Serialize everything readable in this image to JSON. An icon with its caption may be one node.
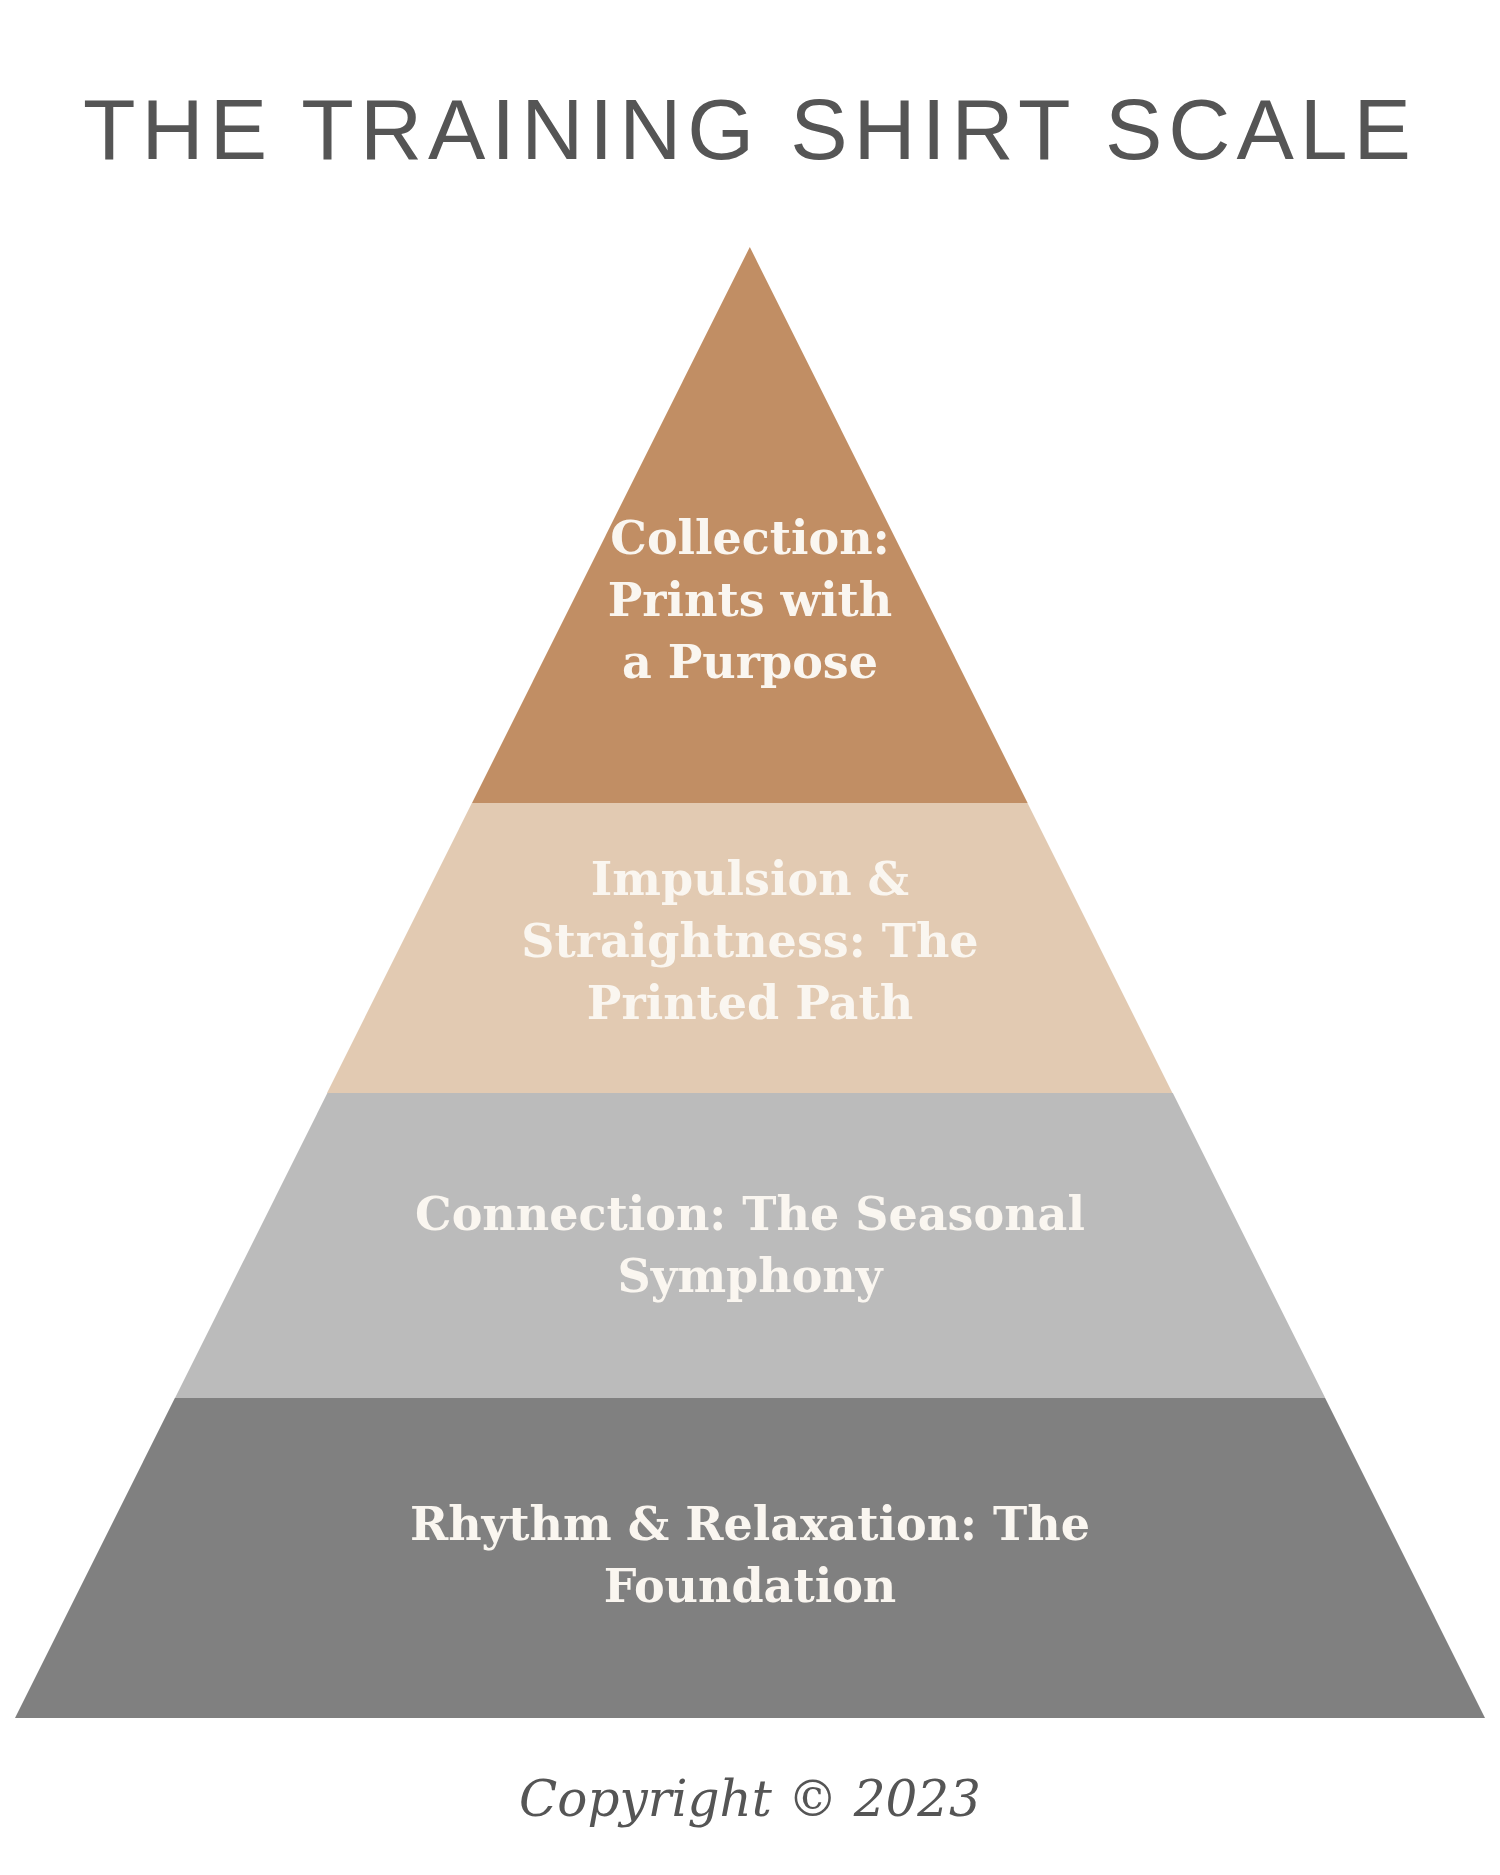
{
  "diagram": {
    "title": "THE TRAINING SHIRT SCALE",
    "nodes": [
      {
        "text": [
          "Collection: Prints with a Purpose"
        ]
      },
      {
        "text": [
          "Impulsion & Straightness: The Printed Path"
        ]
      },
      {
        "text": [
          "Connection: The Seasonal Symphony"
        ]
      },
      {
        "text": [
          "Rhythm & Relaxation: The Foundation"
        ]
      }
    ],
    "caption": "Copyright © 2023"
  }
}
